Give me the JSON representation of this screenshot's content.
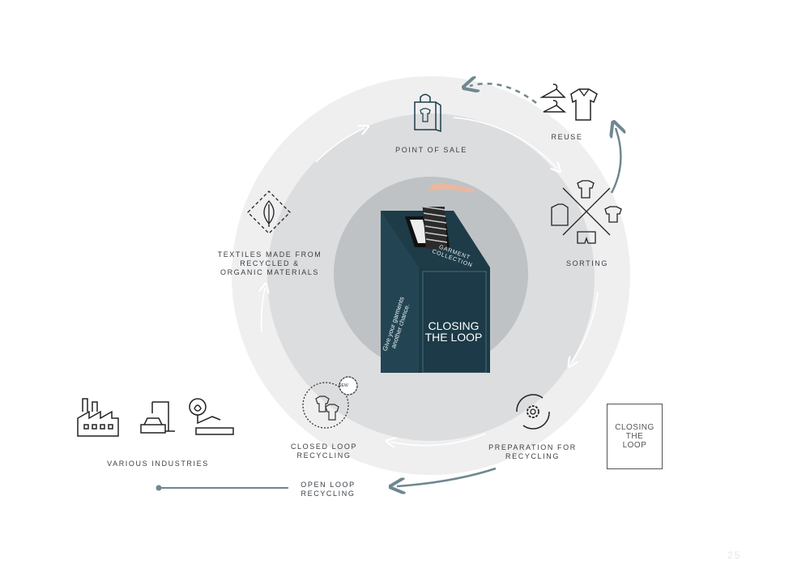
{
  "stages": {
    "point_of_sale": "POINT OF SALE",
    "reuse": "REUSE",
    "sorting": "SORTING",
    "preparation": "PREPARATION FOR RECYCLING",
    "closed_loop": "CLOSED LOOP RECYCLING",
    "open_loop": "OPEN LOOP RECYCLING",
    "textiles": "TEXTILES MADE FROM RECYCLED & ORGANIC MATERIALS",
    "industries": "VARIOUS INDUSTRIES"
  },
  "bin": {
    "lid_label": "GARMENT COLLECTION",
    "side_text": "Give your garments another chance.",
    "front_title": "CLOSING THE LOOP"
  },
  "badge_new": "NEW",
  "logo_box": "CLOSING THE LOOP",
  "page_number": "25",
  "colors": {
    "outer_ring": "#efeff0",
    "middle_ring": "#dcdddf",
    "inner_circle": "#bfc2c5",
    "arrow": "#6f8790",
    "bin": "#1f3d4a"
  }
}
